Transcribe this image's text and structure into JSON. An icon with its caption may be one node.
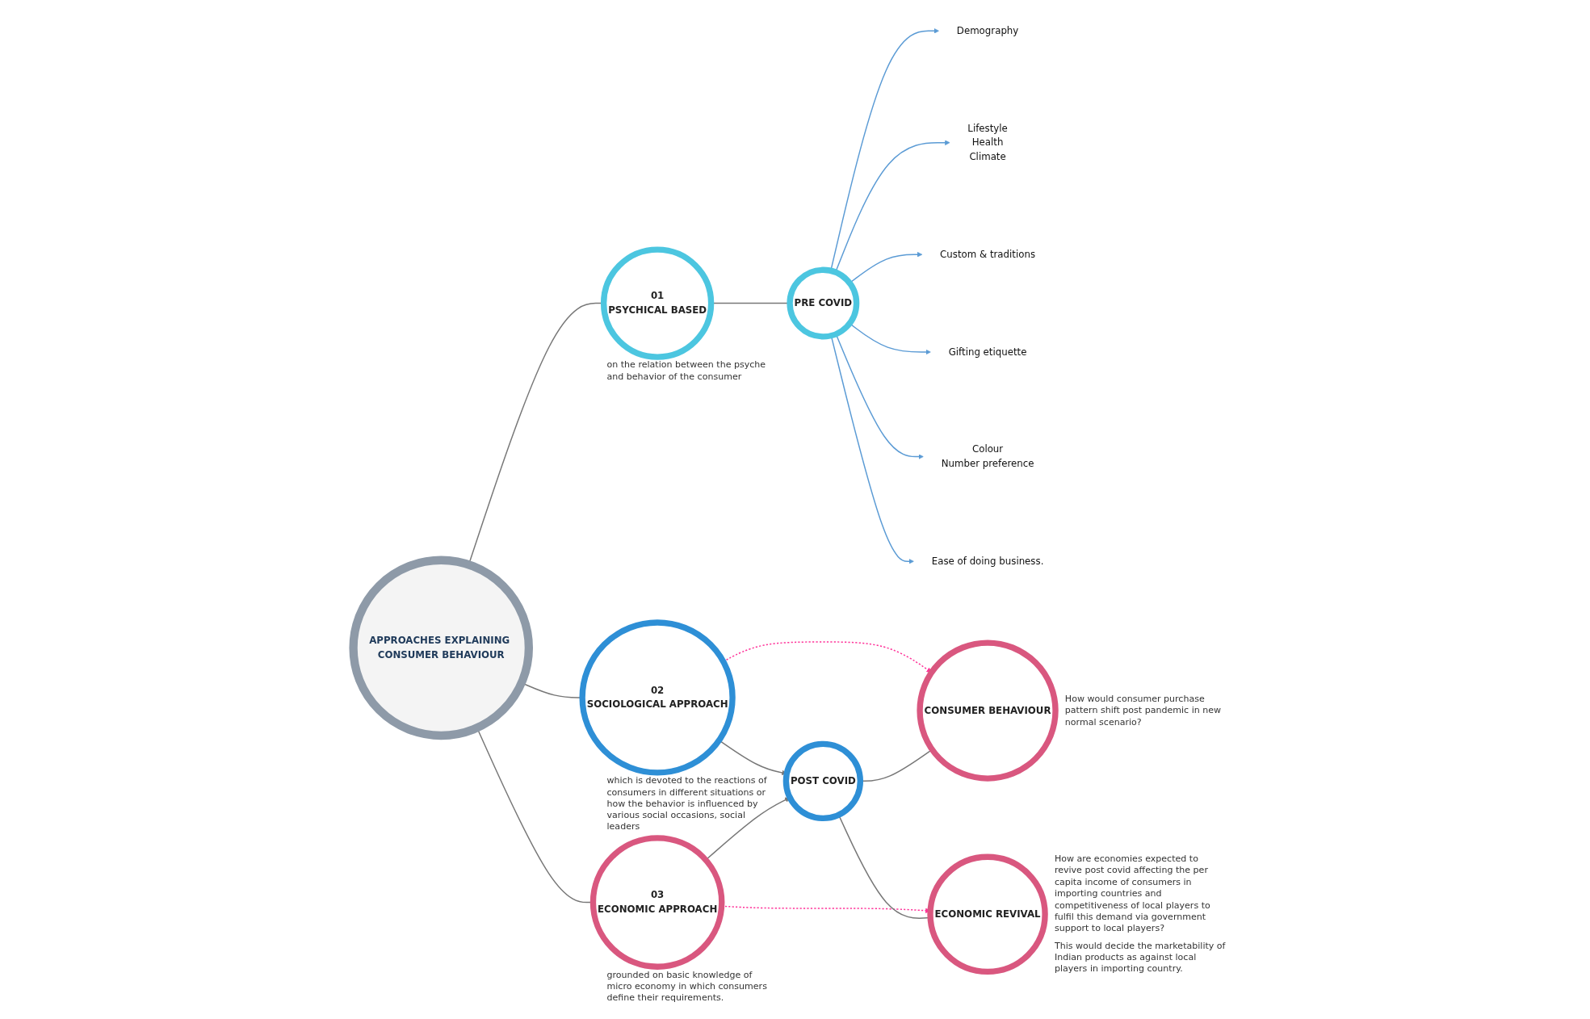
{
  "diagram": {
    "nodes": [
      {
        "text": [
          "APPROACHES EXPLAINING CONSUMER BEHAVIOUR"
        ]
      },
      {
        "text": [
          "01",
          "PSYCHICAL BASED"
        ],
        "beside": [
          "on the relation between the psyche and behavior of the consumer"
        ]
      },
      {
        "text": [
          "02",
          "SOCIOLOGICAL APPROACH"
        ],
        "beside": [
          "which is devoted to the reactions of consumers in different situations or how the behavior is influenced by various social occasions, social leaders"
        ]
      },
      {
        "text": [
          "03",
          "ECONOMIC APPROACH"
        ],
        "beside": [
          "grounded on basic knowledge of micro economy in which consumers define their requirements."
        ]
      },
      {
        "text": [
          "PRE COVID"
        ]
      },
      {
        "text": [
          "Demography"
        ]
      },
      {
        "text": [
          "Lifestyle",
          "Health",
          "Climate"
        ]
      },
      {
        "text": [
          "Custom & traditions"
        ]
      },
      {
        "text": [
          "Gifting etiquette"
        ]
      },
      {
        "text": [
          "Colour",
          "Number preference"
        ]
      },
      {
        "text": [
          "Ease of doing business."
        ]
      },
      {
        "text": [
          "POST COVID"
        ]
      },
      {
        "text": [
          "CONSUMER BEHAVIOUR"
        ],
        "beside": [
          "How would consumer purchase pattern shift post pandemic in new normal scenario?"
        ]
      },
      {
        "text": [
          "ECONOMIC REVIVAL"
        ],
        "beside": [
          "How are economies expected to revive post covid affecting the per capita income of consumers in importing countries and competitiveness of local players to fulfil this demand via government support to local players?",
          "This would decide the marketability of Indian products as against local players in importing country."
        ]
      }
    ],
    "edges": [
      {
        "from": 0,
        "to": 1,
        "arrow": "none"
      },
      {
        "from": 0,
        "to": 2,
        "arrow": "none"
      },
      {
        "from": 0,
        "to": 3,
        "arrow": "none"
      },
      {
        "from": 1,
        "to": 4,
        "arrow": "none"
      },
      {
        "from": 4,
        "to": 5,
        "arrow": "to",
        "color": "#5b9bd5"
      },
      {
        "from": 4,
        "to": 6,
        "arrow": "to",
        "color": "#5b9bd5"
      },
      {
        "from": 4,
        "to": 7,
        "arrow": "to",
        "color": "#5b9bd5"
      },
      {
        "from": 4,
        "to": 8,
        "arrow": "to",
        "color": "#5b9bd5"
      },
      {
        "from": 4,
        "to": 9,
        "arrow": "to",
        "color": "#5b9bd5"
      },
      {
        "from": 4,
        "to": 10,
        "arrow": "to",
        "color": "#5b9bd5"
      },
      {
        "from": 2,
        "to": 11,
        "arrow": "to"
      },
      {
        "from": 3,
        "to": 11,
        "arrow": "to"
      },
      {
        "from": 2,
        "to": 12,
        "arrow": "to",
        "style": "dashed",
        "color": "#ff3399"
      },
      {
        "from": 3,
        "to": 13,
        "arrow": "to",
        "style": "dashed",
        "color": "#ff3399"
      },
      {
        "from": 11,
        "to": 12,
        "arrow": "none"
      },
      {
        "from": 11,
        "to": 13,
        "arrow": "none"
      }
    ]
  }
}
